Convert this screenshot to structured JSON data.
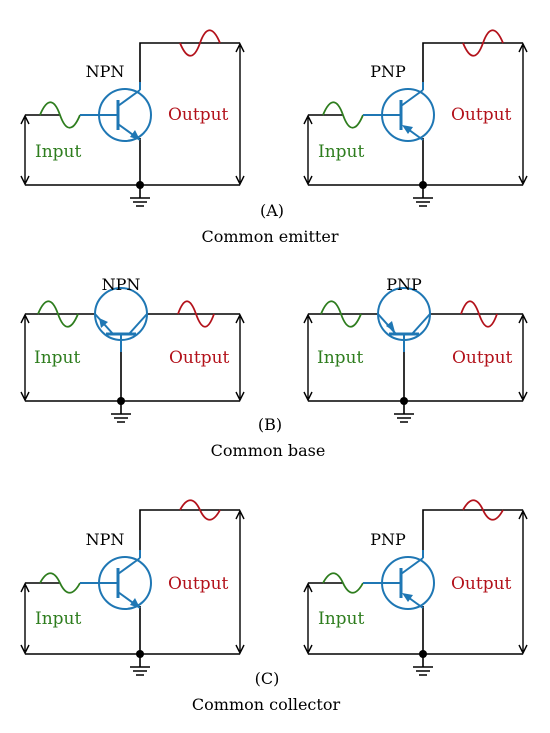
{
  "colors": {
    "wire": "#000000",
    "transistor": "#1f77b4",
    "input": "#2e7d1e",
    "output": "#b3121b",
    "text": "#000000"
  },
  "sections": [
    {
      "letter": "(A)",
      "caption": "Common emitter",
      "circuits": [
        {
          "type": "NPN",
          "input_label": "Input",
          "output_label": "Output"
        },
        {
          "type": "PNP",
          "input_label": "Input",
          "output_label": "Output"
        }
      ]
    },
    {
      "letter": "(B)",
      "caption": "Common base",
      "circuits": [
        {
          "type": "NPN",
          "input_label": "Input",
          "output_label": "Output"
        },
        {
          "type": "PNP",
          "input_label": "Input",
          "output_label": "Output"
        }
      ]
    },
    {
      "letter": "(C)",
      "caption": "Common collector",
      "circuits": [
        {
          "type": "NPN",
          "input_label": "Input",
          "output_label": "Output"
        },
        {
          "type": "PNP",
          "input_label": "Input",
          "output_label": "Output"
        }
      ]
    }
  ]
}
